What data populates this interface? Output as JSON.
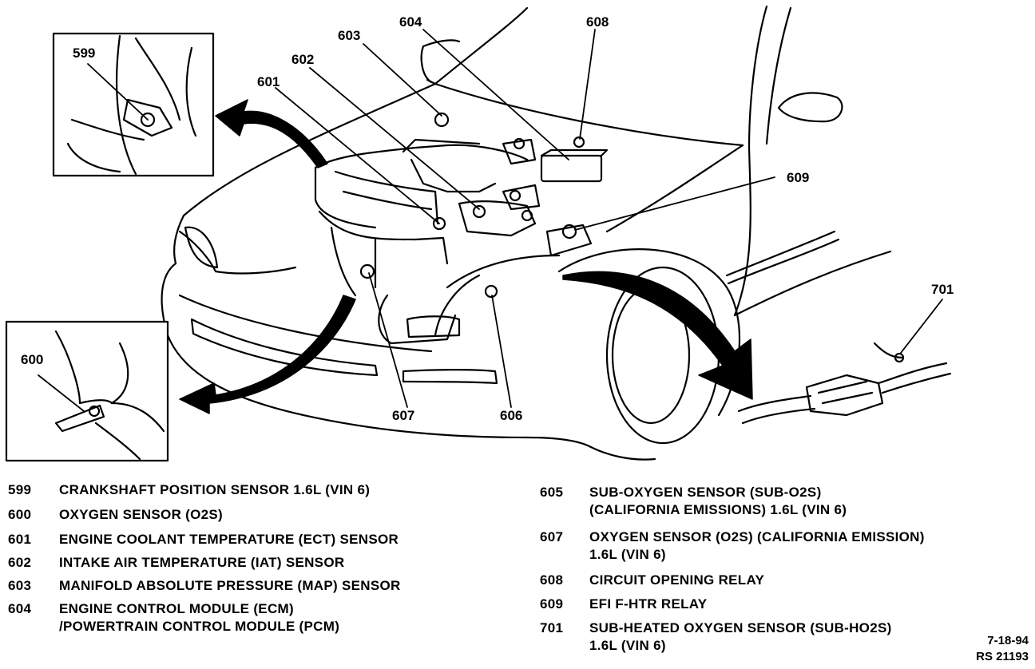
{
  "diagram": {
    "callouts": [
      "599",
      "600",
      "601",
      "602",
      "603",
      "604",
      "608",
      "609",
      "701",
      "607",
      "606"
    ]
  },
  "legend": [
    {
      "num": "599",
      "lines": [
        "CRANKSHAFT POSITION SENSOR 1.6L (VIN 6)"
      ]
    },
    {
      "num": "600",
      "lines": [
        "OXYGEN SENSOR (O2S)"
      ]
    },
    {
      "num": "601",
      "lines": [
        "ENGINE COOLANT TEMPERATURE (ECT) SENSOR"
      ]
    },
    {
      "num": "602",
      "lines": [
        "INTAKE AIR TEMPERATURE (IAT) SENSOR"
      ]
    },
    {
      "num": "603",
      "lines": [
        "MANIFOLD ABSOLUTE PRESSURE (MAP) SENSOR"
      ]
    },
    {
      "num": "604",
      "lines": [
        "ENGINE CONTROL MODULE (ECM)",
        "/POWERTRAIN CONTROL MODULE (PCM)"
      ]
    },
    {
      "num": "605",
      "lines": [
        "SUB-OXYGEN SENSOR (SUB-O2S)",
        "(CALIFORNIA EMISSIONS) 1.6L (VIN 6)"
      ]
    },
    {
      "num": "607",
      "lines": [
        "OXYGEN SENSOR (O2S) (CALIFORNIA EMISSION)",
        "1.6L (VIN 6)"
      ]
    },
    {
      "num": "608",
      "lines": [
        "CIRCUIT OPENING RELAY"
      ]
    },
    {
      "num": "609",
      "lines": [
        "EFI F-HTR RELAY"
      ]
    },
    {
      "num": "701",
      "lines": [
        "SUB-HEATED OXYGEN SENSOR (SUB-HO2S)",
        "1.6L (VIN 6)"
      ]
    }
  ],
  "date_code": [
    "7-18-94",
    "RS 21193"
  ]
}
